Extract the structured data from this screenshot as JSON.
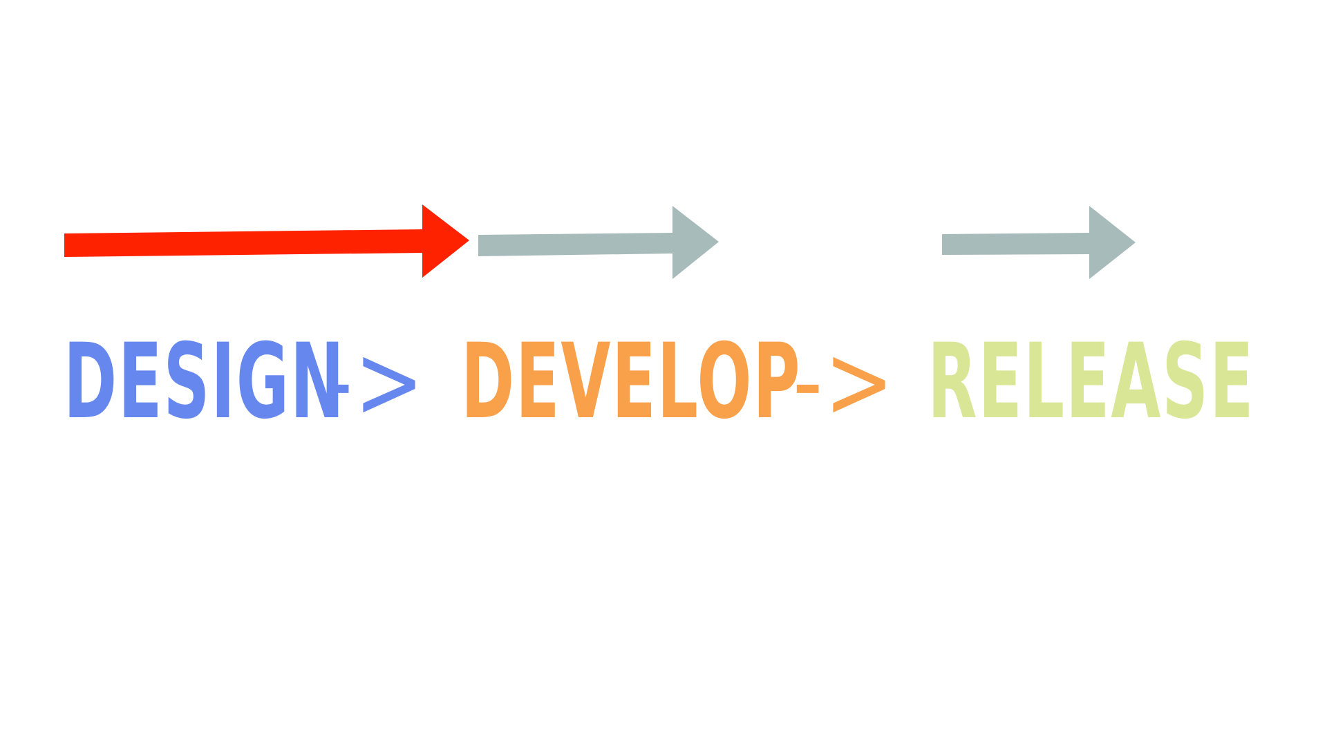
{
  "stages": [
    {
      "label": "DESIGN",
      "color": "#6688ee",
      "arrow_color": "#ff2200",
      "active": true
    },
    {
      "label": "DEVELOP",
      "color": "#f9a04a",
      "arrow_color": "#a8bbbb",
      "active": false
    },
    {
      "label": "RELEASE",
      "color": "#d9e696",
      "arrow_color": "#a8bbbb",
      "active": false
    }
  ],
  "separators": [
    {
      "text": "->",
      "color": "#6688ee"
    },
    {
      "text": "->",
      "color": "#f9a04a"
    }
  ]
}
